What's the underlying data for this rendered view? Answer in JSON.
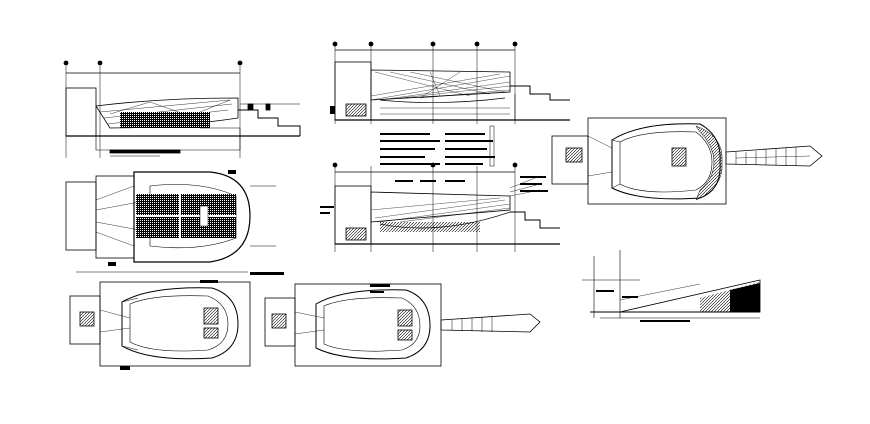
{
  "drawing": {
    "background": "#ffffff",
    "line_color": "#000000",
    "views": [
      {
        "id": "section-1",
        "kind": "longitudinal-section"
      },
      {
        "id": "section-2",
        "kind": "longitudinal-section"
      },
      {
        "id": "section-3",
        "kind": "longitudinal-section"
      },
      {
        "id": "plan-seating",
        "kind": "floor-plan"
      },
      {
        "id": "plan-top-right",
        "kind": "floor-plan"
      },
      {
        "id": "plan-bottom-left",
        "kind": "floor-plan"
      },
      {
        "id": "plan-bottom-middle",
        "kind": "floor-plan"
      },
      {
        "id": "ramp-detail",
        "kind": "elevation-detail"
      }
    ]
  }
}
